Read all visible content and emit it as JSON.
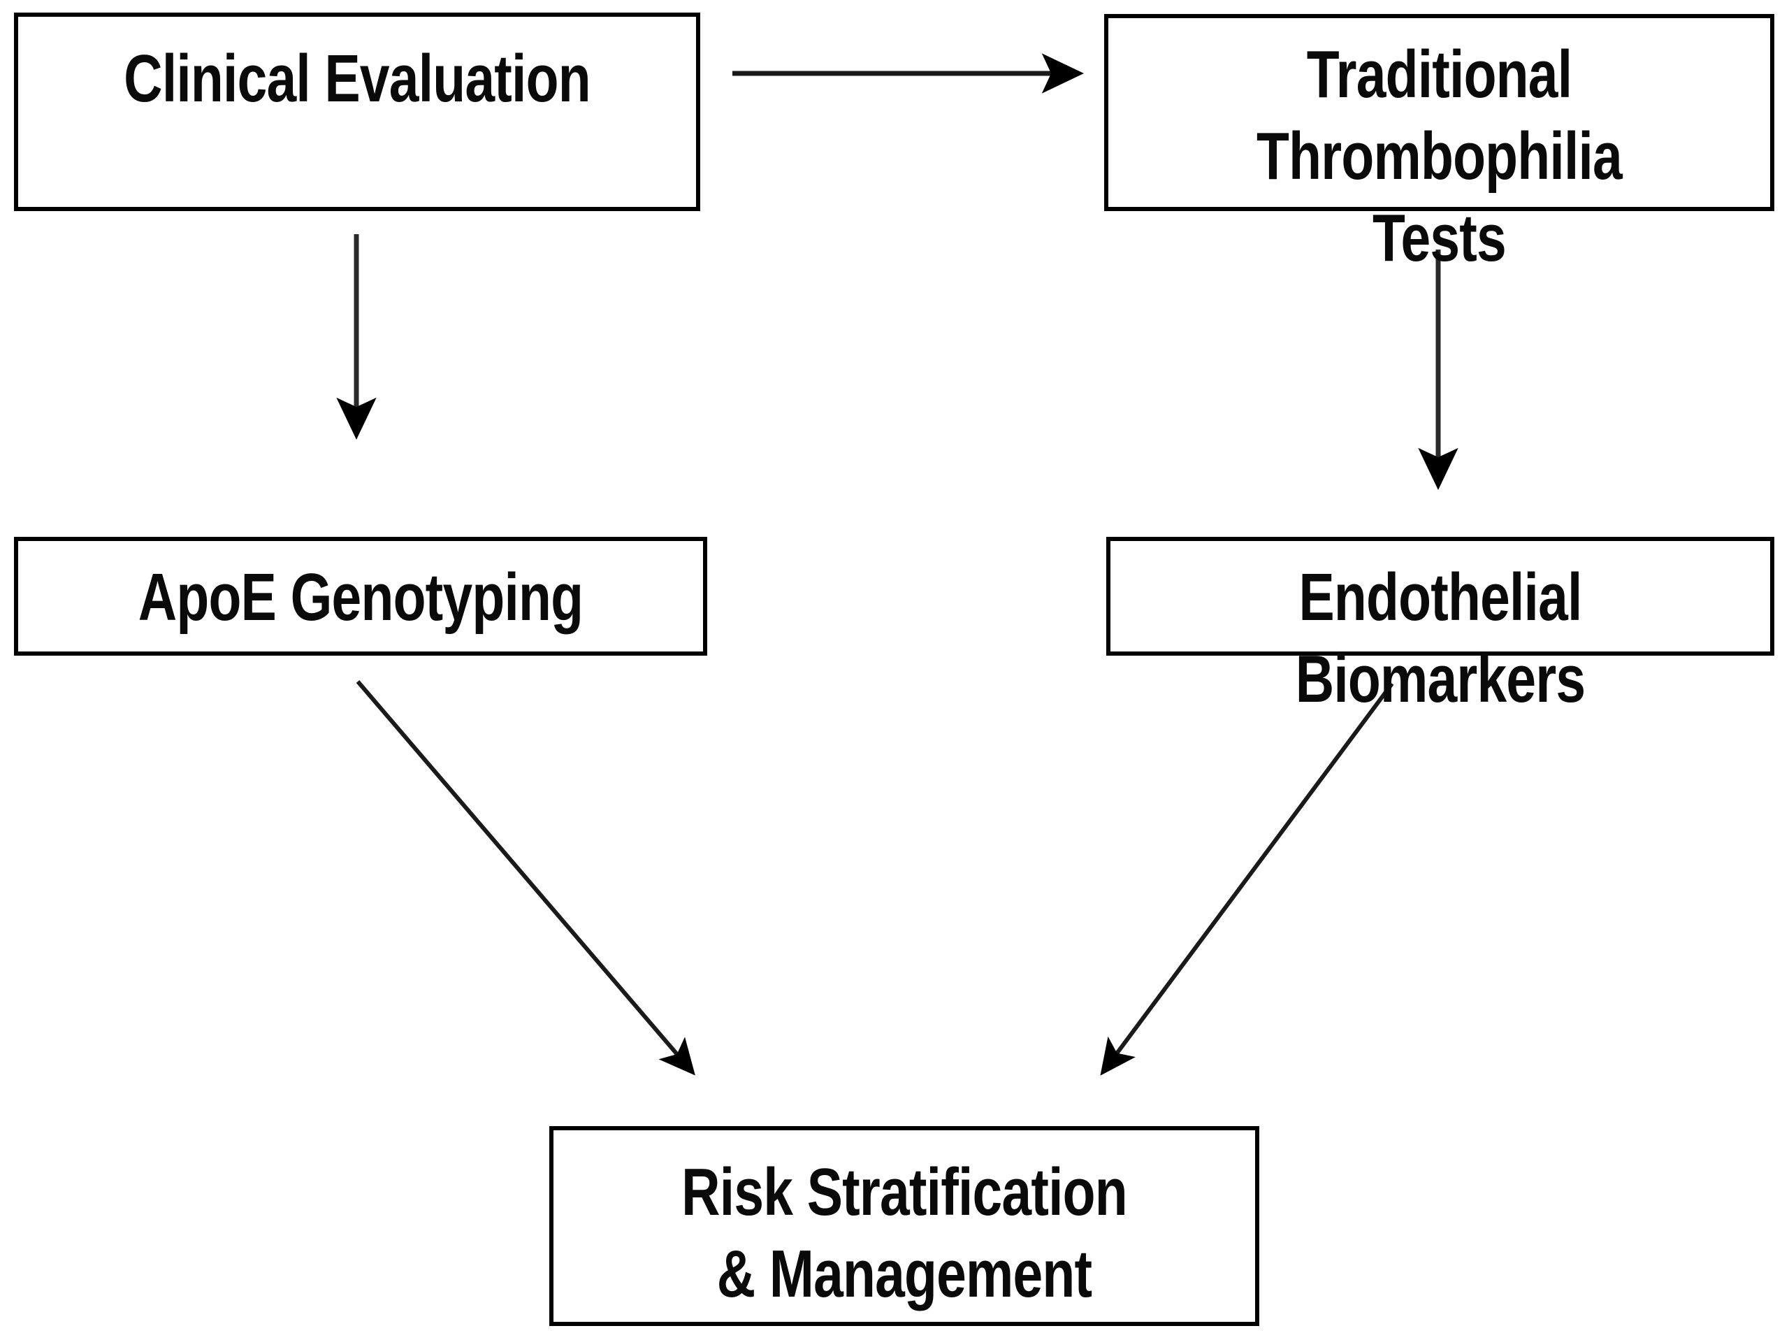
{
  "diagram": {
    "title": "Diagnostic workflow flowchart",
    "background_color": "#ffffff",
    "line_color": "#000000",
    "text_color": "#0a0a0a",
    "nodes": [
      {
        "id": "clinical-evaluation",
        "label": "Clinical Evaluation"
      },
      {
        "id": "traditional-thrombophilia-tests",
        "label": "Traditional Thrombophilia\nTests"
      },
      {
        "id": "apoe-genotyping",
        "label": "ApoE Genotyping"
      },
      {
        "id": "endothelial-biomarkers",
        "label": "Endothelial Biomarkers"
      },
      {
        "id": "risk-stratification",
        "label": "Risk Stratification\n& Management"
      }
    ],
    "edges": [
      {
        "id": "clinical-to-traditional",
        "from": "clinical-evaluation",
        "to": "traditional-thrombophilia-tests",
        "direction": "right",
        "style": "solid-arrow"
      },
      {
        "id": "clinical-to-apoe",
        "from": "clinical-evaluation",
        "to": "apoe-genotyping",
        "direction": "down",
        "style": "solid-arrow"
      },
      {
        "id": "traditional-to-endothelial",
        "from": "traditional-thrombophilia-tests",
        "to": "endothelial-biomarkers",
        "direction": "down",
        "style": "solid-arrow"
      },
      {
        "id": "apoe-to-risk",
        "from": "apoe-genotyping",
        "to": "risk-stratification",
        "direction": "down-right",
        "style": "solid-arrow"
      },
      {
        "id": "endothelial-to-risk",
        "from": "endothelial-biomarkers",
        "to": "risk-stratification",
        "direction": "down-left",
        "style": "solid-arrow"
      }
    ]
  }
}
